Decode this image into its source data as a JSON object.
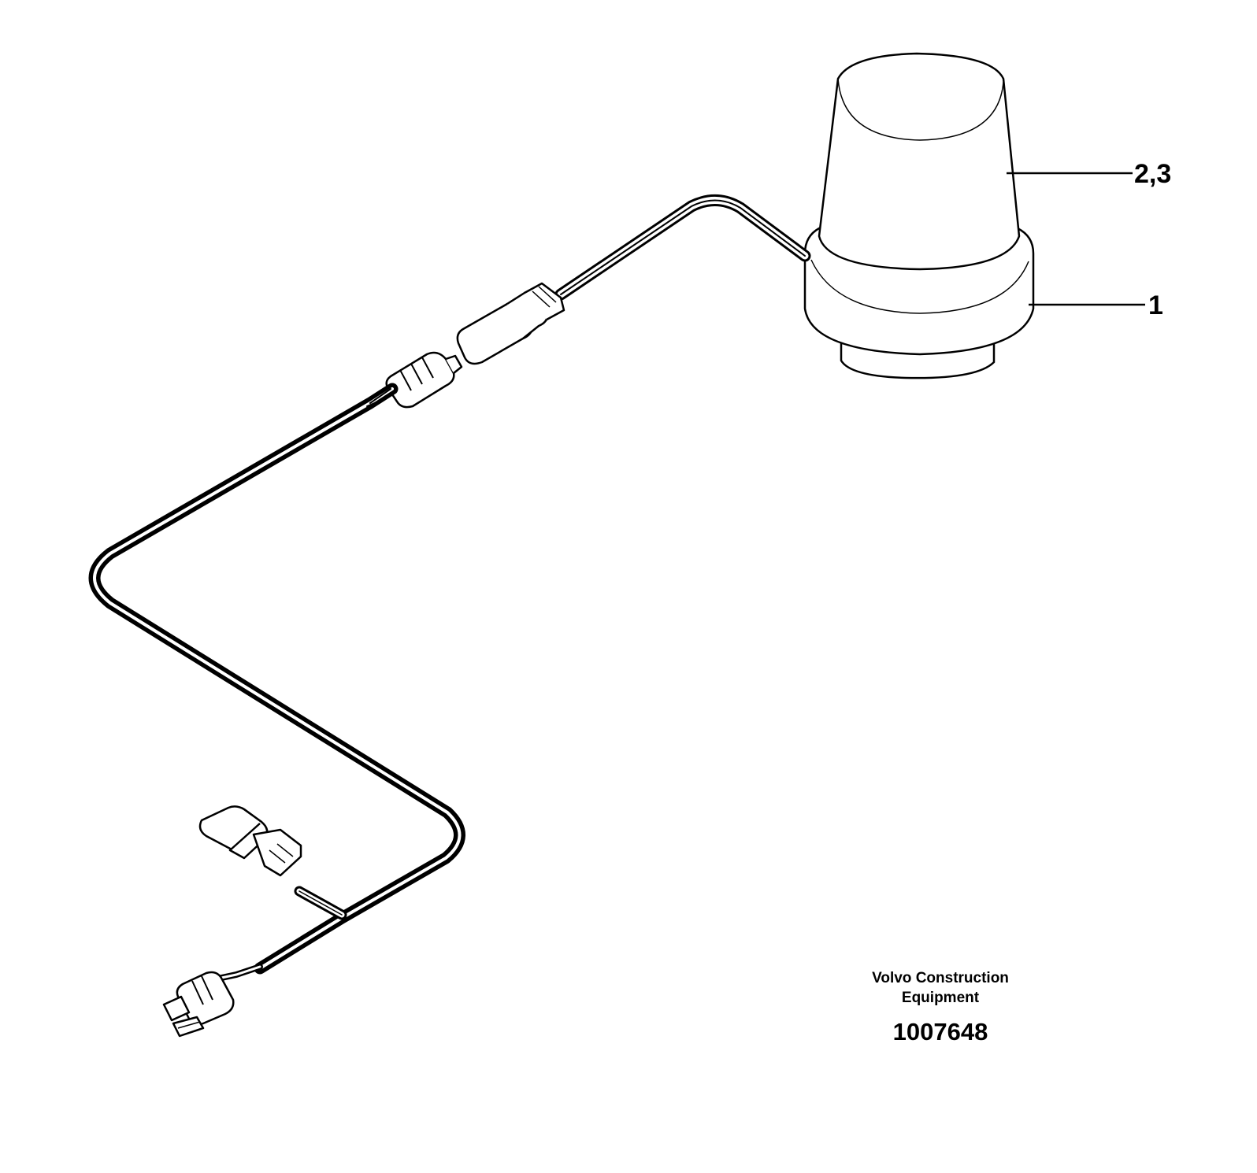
{
  "callouts": {
    "beacon_lens": "2,3",
    "beacon_base": "1"
  },
  "footer": {
    "company_line1": "Volvo Construction",
    "company_line2": "Equipment",
    "drawing_number": "1007648"
  }
}
